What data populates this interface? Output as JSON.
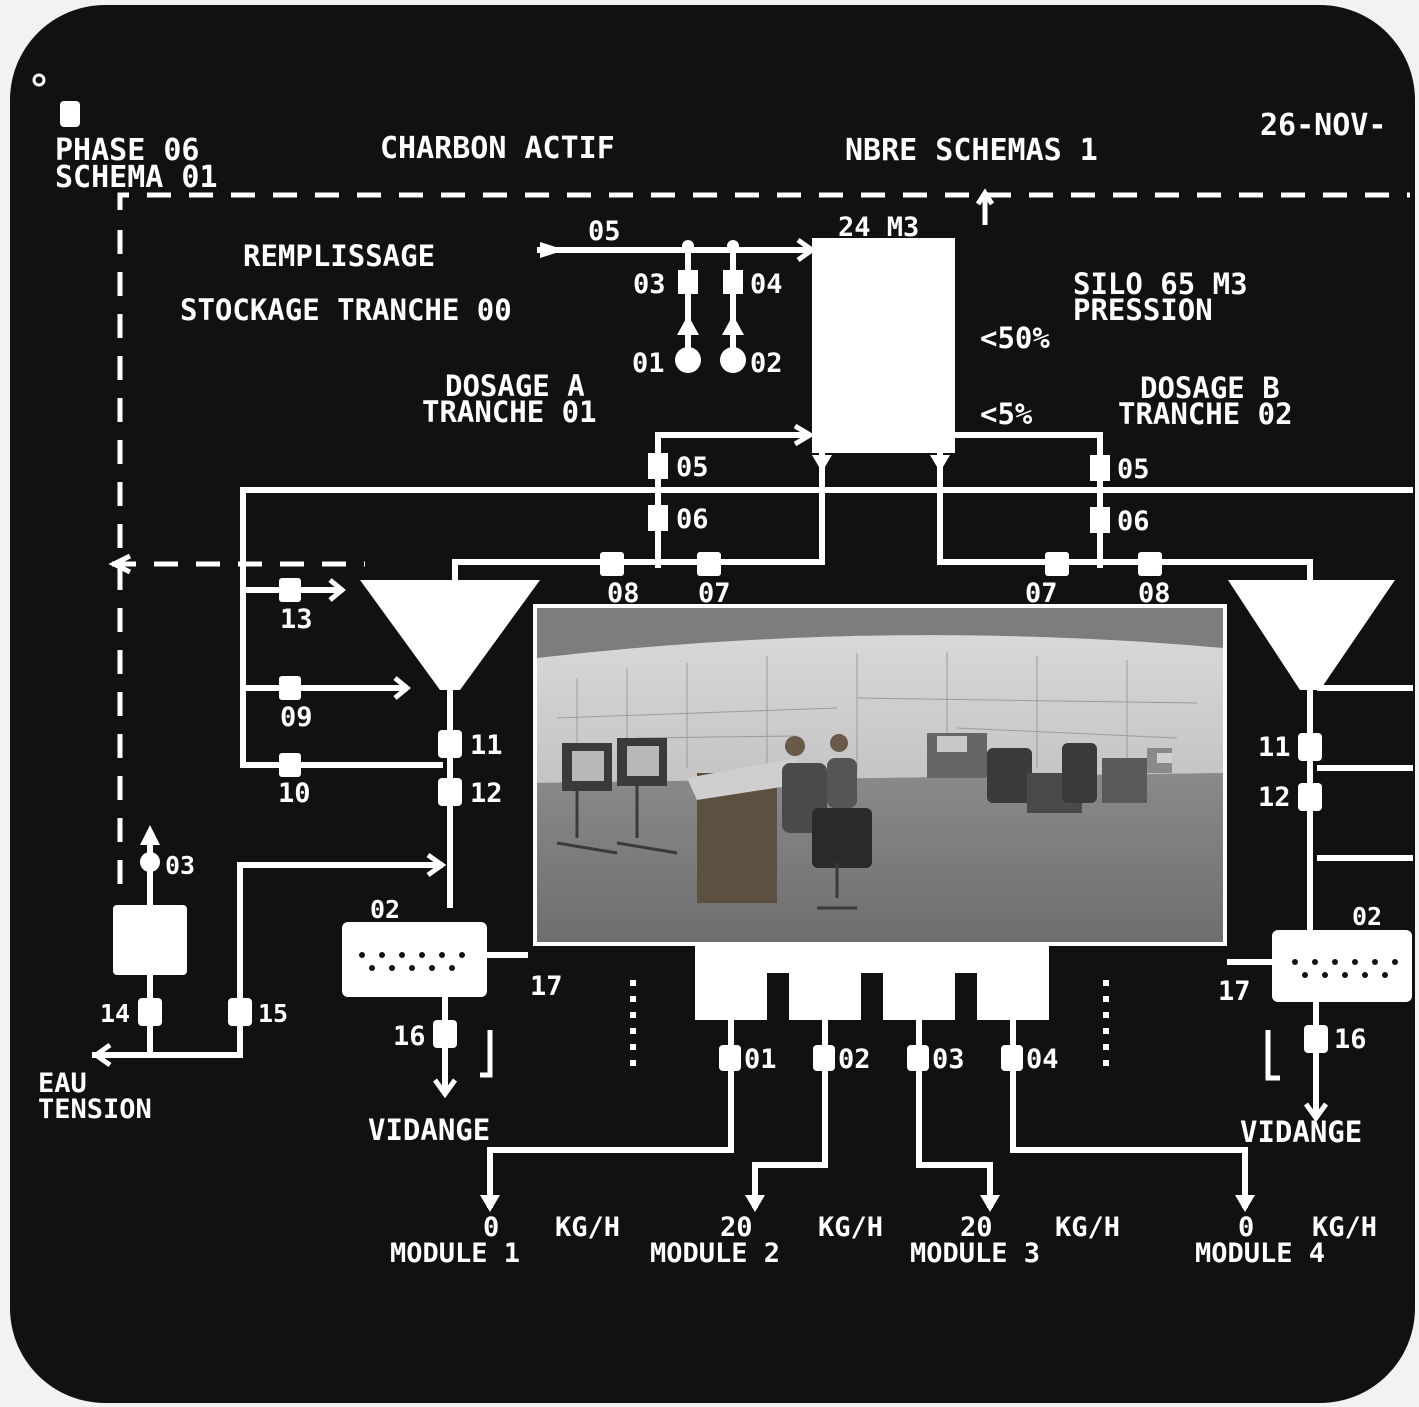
{
  "header": {
    "phase": "PHASE 06",
    "schema": "SCHEMA 01",
    "title": "CHARBON ACTIF",
    "count": "NBRE SCHEMAS 1",
    "date": "26-NOV-"
  },
  "labels": {
    "remplissage": "REMPLISSAGE",
    "stockage": "STOCKAGE TRANCHE 00",
    "silo": "SILO 65 M3",
    "pression": "PRESSION",
    "vol": "24 M3",
    "p50": "<50%",
    "p5": "<5%",
    "dosage_a": "DOSAGE A",
    "tranche_a": "TRANCHE 01",
    "dosage_b": "DOSAGE B",
    "tranche_b": "TRANCHE 02",
    "vidange": "VIDANGE",
    "eau": "EAU",
    "tension": "TENSION",
    "kgh": "KG/H"
  },
  "valves": {
    "v05_top": "05",
    "v03": "03",
    "v04": "04",
    "v01": "01",
    "v02": "02",
    "a05": "05",
    "a06": "06",
    "a08": "08",
    "a07": "07",
    "b05": "05",
    "b06": "06",
    "b07": "07",
    "b08": "08",
    "v13": "13",
    "v09": "09",
    "v10": "10",
    "v11": "11",
    "v12": "12",
    "v02_mix": "02",
    "v17": "17",
    "v16": "16",
    "v15": "15",
    "v14": "14",
    "v03_eau": "03",
    "r11": "11",
    "r12": "12",
    "r02": "02",
    "r17": "17",
    "r16": "16",
    "m01": "01",
    "m02": "02",
    "m03": "03",
    "m04": "04"
  },
  "modules": [
    {
      "label": "MODULE 1",
      "value": "0"
    },
    {
      "label": "MODULE 2",
      "value": "20"
    },
    {
      "label": "MODULE 3",
      "value": "20"
    },
    {
      "label": "MODULE 4",
      "value": "0"
    }
  ]
}
